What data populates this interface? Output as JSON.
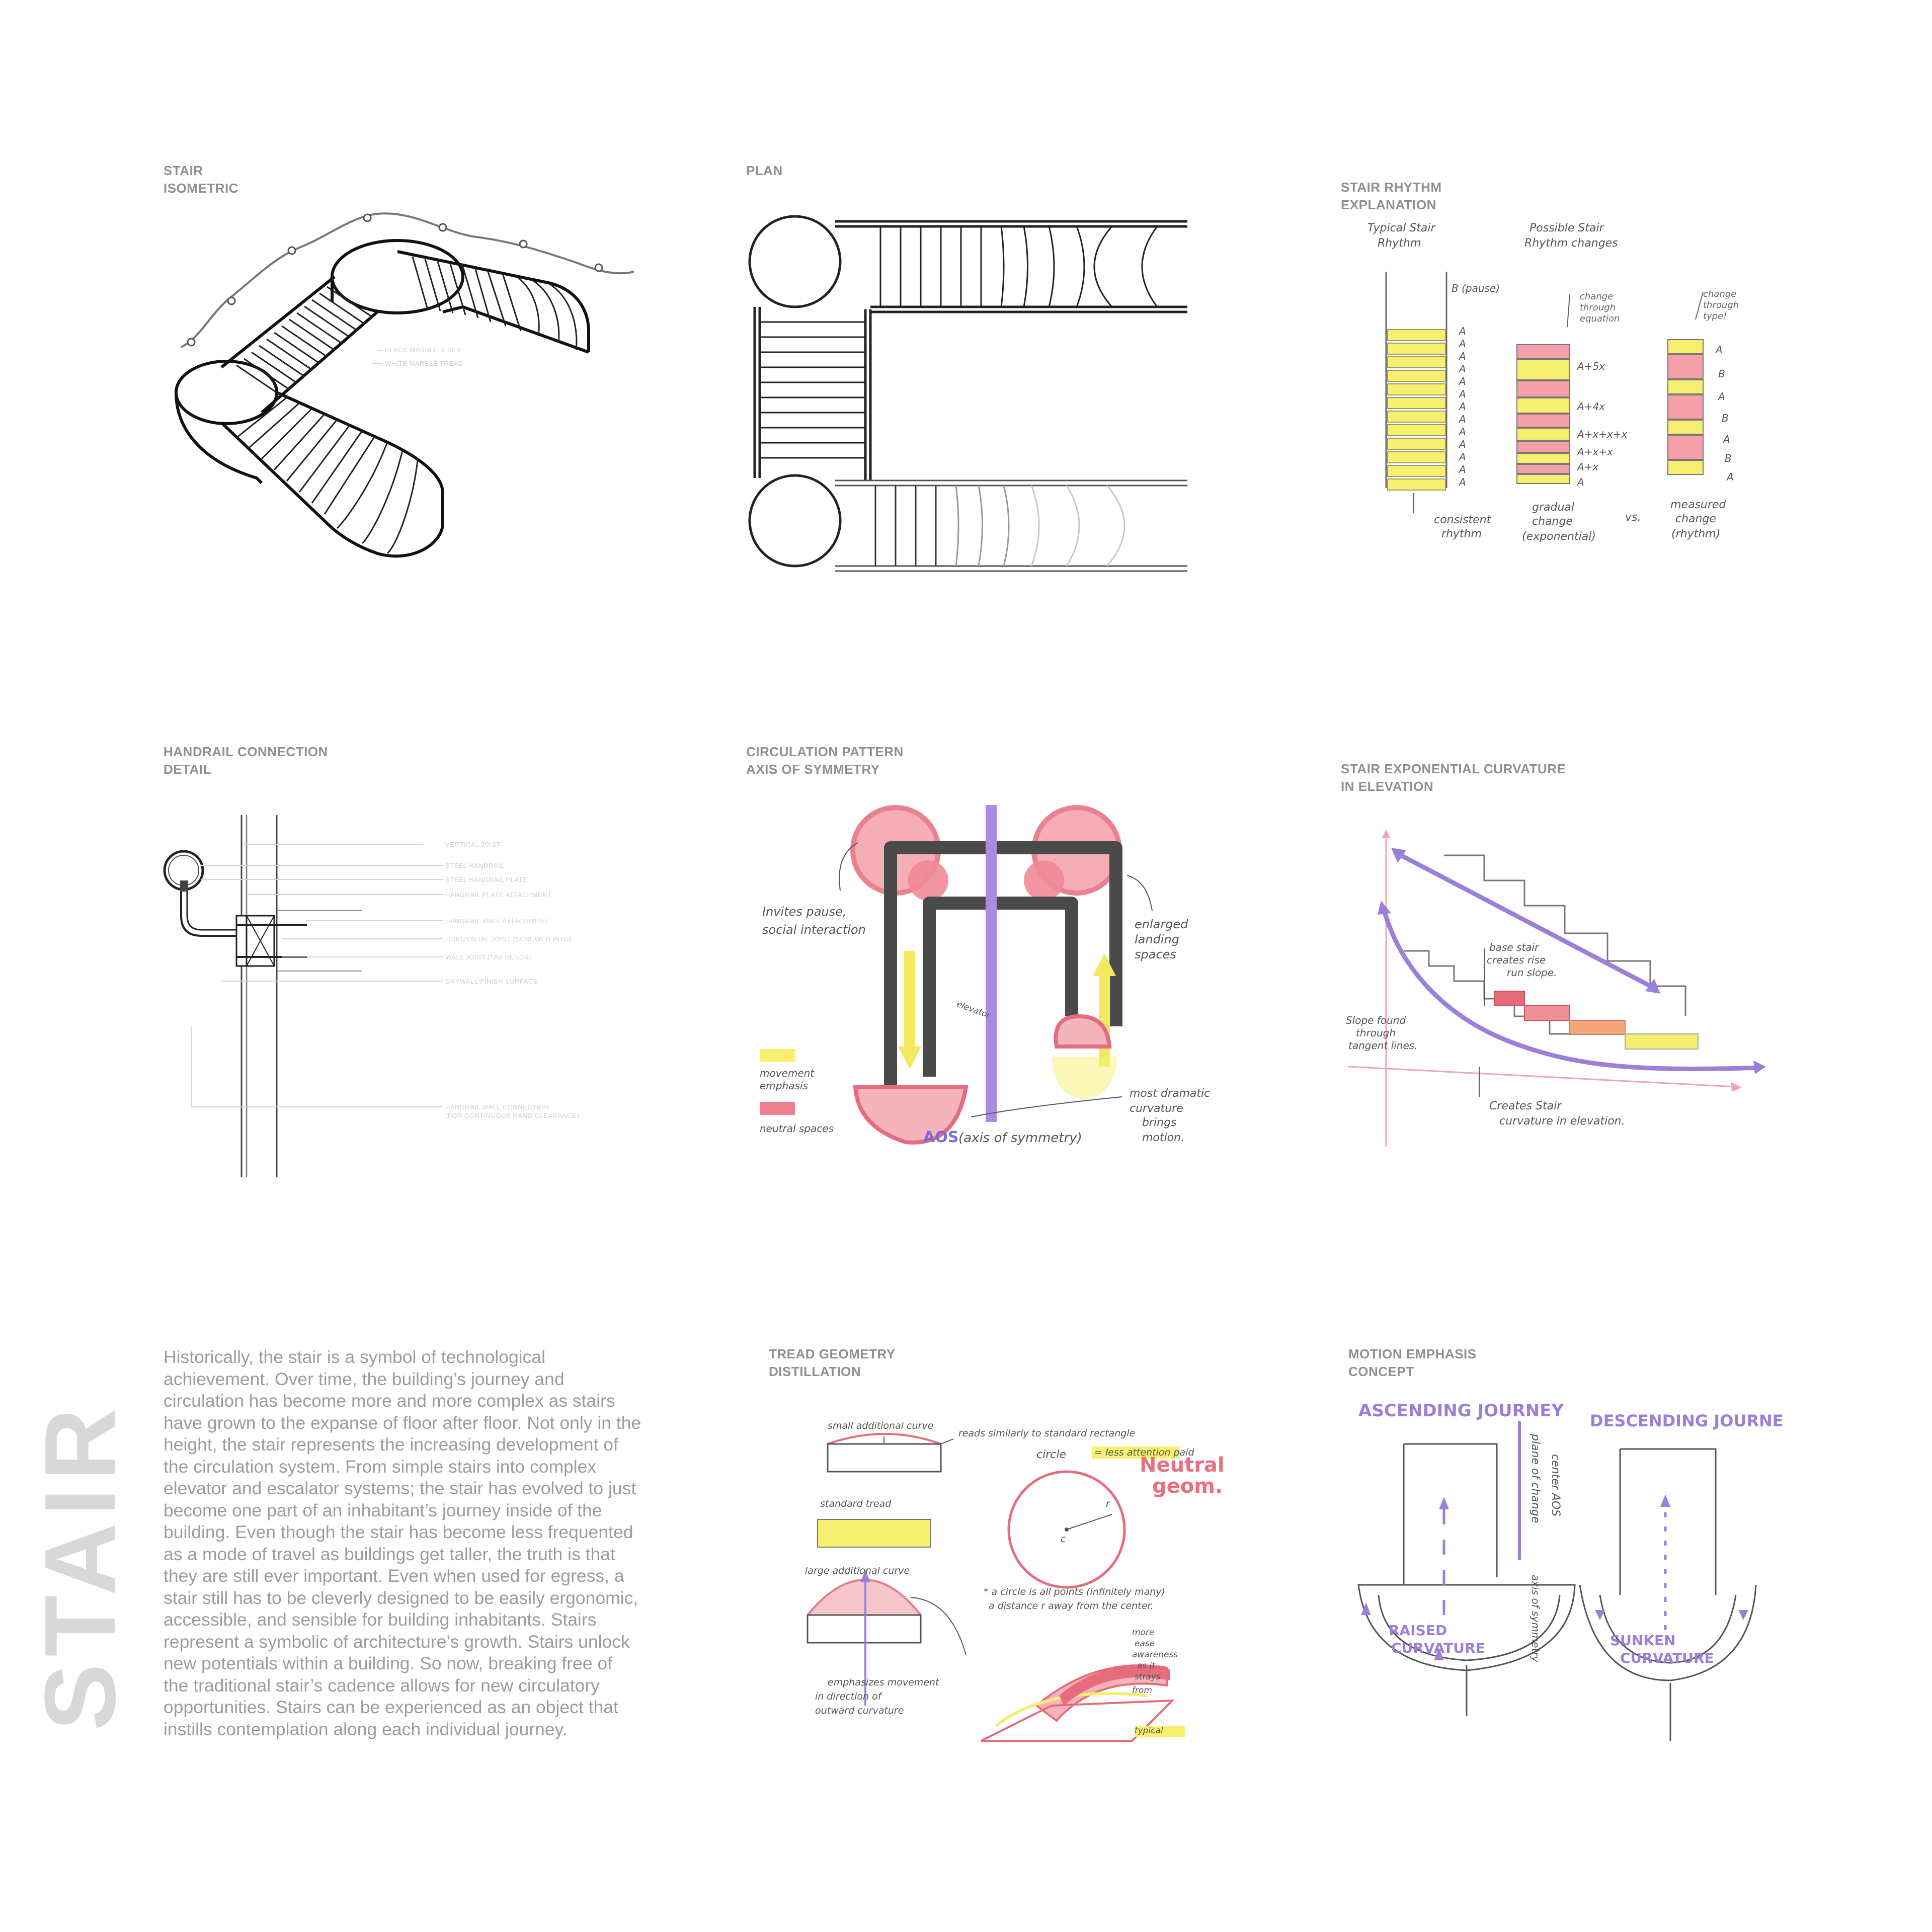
{
  "captions": {
    "isometric": "STAIR\nISOMETRIC",
    "plan": "PLAN",
    "rhythm": "STAIR RHYTHM\nEXPLANATION",
    "handrail": "HANDRAIL CONNECTION\nDETAIL",
    "circulation": "CIRCULATION PATTERN\nAXIS OF SYMMETRY",
    "curvature": "STAIR EXPONENTIAL CURVATURE\nIN ELEVATION",
    "tread": "TREAD GEOMETRY\nDISTILLATION",
    "motion": "MOTION EMPHASIS\nCONCEPT"
  },
  "isometric": {
    "labels": [
      "BLACK MARBLE RISER",
      "WHITE MARBLE TREAD"
    ]
  },
  "rhythm": {
    "heading_left": "Typical Stair\nRhythm",
    "heading_right": "Possible Stair\nRhythm changes",
    "col1_top": "B (pause)",
    "col1_letters": [
      "A",
      "A",
      "A",
      "A",
      "A",
      "A",
      "A",
      "A",
      "A",
      "A",
      "A",
      "A",
      "A"
    ],
    "col1_caption": "consistent\nrhythm",
    "col2_note": "change\nthrough\nequation",
    "col2_labels": [
      "A+5x",
      "A+4x",
      "A+x+x+x",
      "A+x+x",
      "A+x",
      "A"
    ],
    "col2_caption": "gradual\nchange\n(exponential)",
    "vs": "vs.",
    "col3_note": "change\nthrough\ntype!",
    "col3_letters": [
      "A",
      "B",
      "A",
      "B",
      "A",
      "B",
      "A"
    ],
    "col3_caption": "measured\nchange\n(rhythm)"
  },
  "handrail": {
    "labels": [
      "VERTICAL JOIST",
      "STEEL HANDRAIL",
      "STEEL HANDRAIL PLATE",
      "HANDRAIL PLATE ATTACHMENT",
      "HANDRAIL WALL ATTACHMENT",
      "HORIZONTAL JOIST (SCREWED INTO)",
      "WALL JOIST (TAB BENDS)",
      "DRYWALL FINISH SURFACE",
      "HANDRAIL WALL CONNECTION\n(FOR CONTINUOUS HAND CLEARANCE)"
    ]
  },
  "circulation": {
    "left_note": "Invites pause,\nsocial interaction",
    "right_note": "enlarged\nlanding\nspaces",
    "elevator": "elevator",
    "legend_movement": "movement\nemphasis",
    "legend_neutral": "neutral spaces",
    "bottom_right": "most dramatic\ncurvature\nbrings\nmotion.",
    "aos": "AOS",
    "aos_full": "(axis of symmetry)",
    "colors": {
      "pink": "#f08a96",
      "grey": "#4a4a4a",
      "yellow": "#f6ee70",
      "purple": "#a98be0"
    }
  },
  "curvature": {
    "base_note": "base stair\ncreates rise\nrun slope.",
    "slope_note": "Slope found\nthrough\ntangent lines.",
    "bottom_note": "Creates Stair\ncurvature in elevation.",
    "colors": {
      "purple": "#9b7fd9",
      "red": "#e46b7a",
      "orange": "#f4a77a",
      "yellow": "#f2ee72"
    }
  },
  "tread": {
    "small_curve": "small additional curve",
    "reads": "reads similarly to standard rectangle",
    "less_attention": "= less attention paid",
    "standard": "standard tread",
    "large_curve": "large additional curve",
    "circle": "circle",
    "neutral": "Neutral\ngeom.",
    "r": "r",
    "c": "c",
    "circle_note": "* a circle is all points (infinitely many)\na distance r away from the center.",
    "emphasize": "emphasizes movement\nin direction of\noutward curvature",
    "more_ease": "more\nease\nawareness\nas it\nstrays\nfrom\ntypical"
  },
  "motion": {
    "ascending": "ASCENDING JOURNEY",
    "descending": "DESCENDING JOURNE",
    "plane": "plane of change",
    "center_aos": "center AOS",
    "axis": "axis of symmetry",
    "raised": "RAISED\nCURVATURE",
    "sunken": "SUNKEN\nCURVATURE"
  },
  "title": "STAIR",
  "essay": "Historically, the stair is a symbol of technological achievement. Over time, the building’s journey and circulation has become more and more complex as stairs have grown to the expanse of floor after floor. Not only in the height, the stair represents the increasing development of the circulation system. From simple stairs into complex elevator and escalator systems; the stair has evolved to just become one part of an inhabitant’s journey inside of the building. Even though the stair has become less frequented as a mode of  travel as buildings get taller, the truth is that they are still ever important. Even when used for egress, a stair still has to be cleverly designed to be easily ergonomic, accessible, and sensible for building inhabitants. Stairs represent a symbolic of architecture’s growth. Stairs unlock new potentials within a building. So now, breaking free of the traditional stair’s cadence allows for new circulatory opportunities. Stairs can be experienced as an object that instills contemplation along each individual journey."
}
